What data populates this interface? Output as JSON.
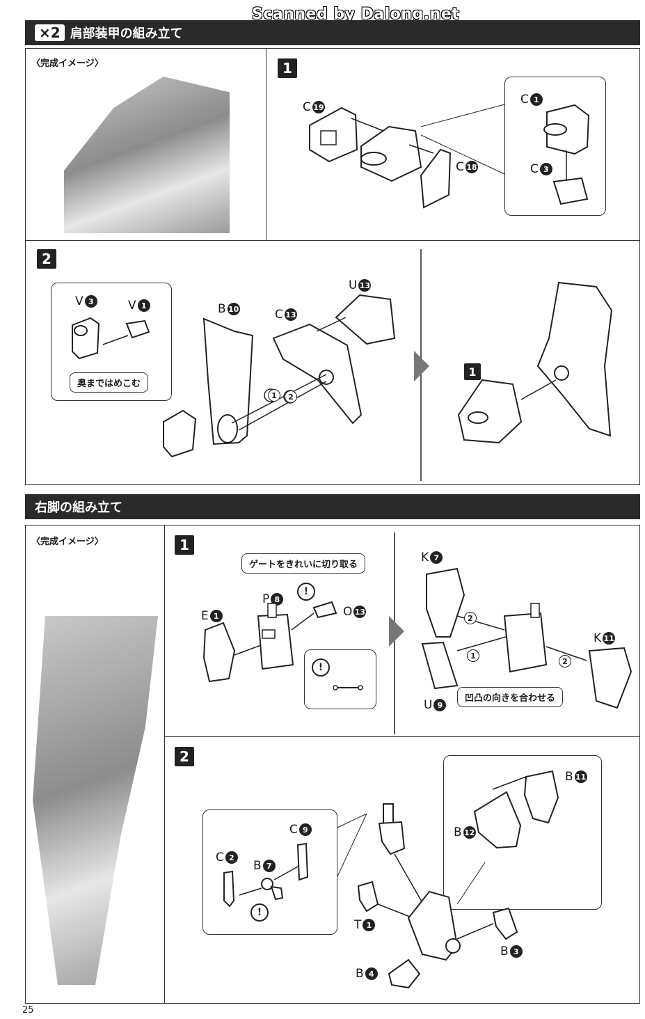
{
  "watermark": "Scanned by Dalong.net",
  "section1": {
    "multiplier": "×2",
    "title": "肩部装甲の組み立て",
    "image_label": "〈完成イメージ〉",
    "step1": {
      "num": "1",
      "parts": [
        {
          "letter": "C",
          "num": "19"
        },
        {
          "letter": "C",
          "num": "18"
        },
        {
          "letter": "C",
          "num": "1"
        },
        {
          "letter": "C",
          "num": "3"
        }
      ]
    },
    "step2": {
      "num": "2",
      "parts": [
        {
          "letter": "V",
          "num": "3"
        },
        {
          "letter": "V",
          "num": "1"
        },
        {
          "letter": "B",
          "num": "10"
        },
        {
          "letter": "C",
          "num": "13"
        },
        {
          "letter": "U",
          "num": "13"
        }
      ],
      "callout": "奥まではめこむ",
      "order": [
        "1",
        "2"
      ],
      "ref_step": "1"
    }
  },
  "section2": {
    "title": "右脚の組み立て",
    "image_label": "〈完成イメージ〉",
    "step1": {
      "num": "1",
      "parts": [
        {
          "letter": "E",
          "num": "1"
        },
        {
          "letter": "P",
          "num": "8"
        },
        {
          "letter": "O",
          "num": "13"
        },
        {
          "letter": "K",
          "num": "7"
        },
        {
          "letter": "K",
          "num": "11"
        },
        {
          "letter": "U",
          "num": "9"
        }
      ],
      "callout_gate": "ゲートをきれいに切り取る",
      "callout_align": "凹凸の向きを合わせる",
      "order": [
        "1",
        "2"
      ]
    },
    "step2": {
      "num": "2",
      "parts": [
        {
          "letter": "C",
          "num": "9"
        },
        {
          "letter": "C",
          "num": "2"
        },
        {
          "letter": "B",
          "num": "7"
        },
        {
          "letter": "B",
          "num": "11"
        },
        {
          "letter": "B",
          "num": "12"
        },
        {
          "letter": "T",
          "num": "1"
        },
        {
          "letter": "B",
          "num": "3"
        },
        {
          "letter": "B",
          "num": "4"
        }
      ]
    }
  },
  "page_number": "25",
  "warning_symbol": "!",
  "colors": {
    "header_bg": "#2a2a2a",
    "arrow_gray": "#777777",
    "ink": "#1a1a1a"
  }
}
